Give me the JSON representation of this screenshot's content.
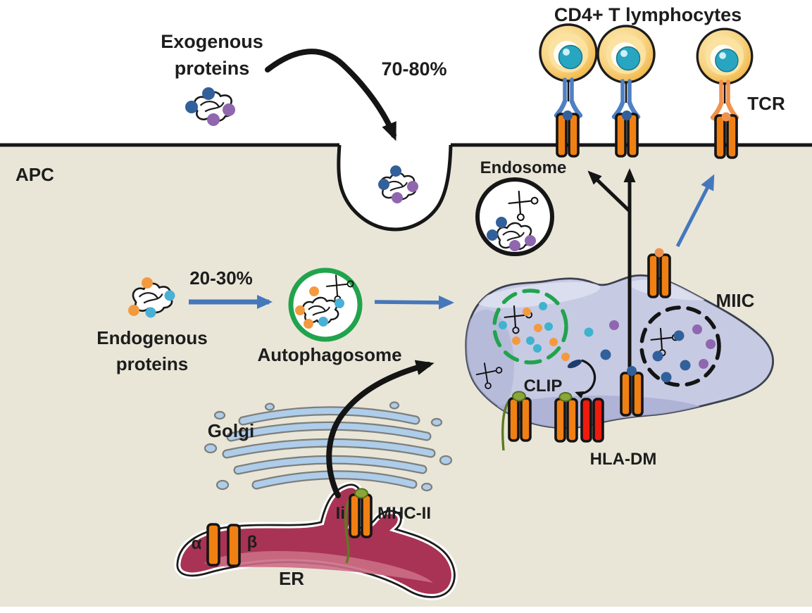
{
  "figure": {
    "description": "MHC class II antigen presentation pathway in an antigen presenting cell",
    "type": "biological-pathway-diagram"
  },
  "labels": {
    "exogenous_line1": "Exogenous",
    "exogenous_line2": "proteins",
    "exogenous_pct": "70-80%",
    "cd4_title": "CD4+ T lymphocytes",
    "tcr": "TCR",
    "apc": "APC",
    "endosome": "Endosome",
    "endogenous_pct": "20-30%",
    "endogenous_line1": "Endogenous",
    "endogenous_line2": "proteins",
    "autophagosome": "Autophagosome",
    "miic": "MIIC",
    "clip": "CLIP",
    "hla_dm": "HLA-DM",
    "golgi": "Golgi",
    "ii_chain": "Ii",
    "mhc_ii": "MHC-II",
    "alpha_chain": "α",
    "beta_chain": "β",
    "er": "ER"
  },
  "icons": {
    "scissors": "protease-scissors",
    "protein_tangle": "protein-squiggle"
  },
  "colors": {
    "outside_white": "#ffffff",
    "cytoplasm_beige": "#e9e6d8",
    "membrane_black": "#161616",
    "mhc_ii_orange": "#f08013",
    "hla_dm_red": "#ee1b0e",
    "tcr_blue": "#4f80c2",
    "tcr_orange": "#f0924d",
    "t_cell_gold": "#f2b94a",
    "nucleus_teal": "#28a6c1",
    "miic_lavender": "#c7cae3",
    "autophagosome_green": "#21a34d",
    "er_maroon": "#a93355",
    "golgi_blue": "#aecdea",
    "arrow_blue": "#4577bb",
    "arrow_black": "#141414",
    "ii_chain_olive": "#5d7a20",
    "ii_blob_green": "#8aa53a",
    "dot_blue": "#31609b",
    "dot_purple": "#9067ae",
    "dot_orange": "#f39a3f",
    "dot_teal": "#3eb3ce",
    "dot_cyan": "#49b0d8",
    "clip_peptide_navy": "#1e3c6c"
  }
}
